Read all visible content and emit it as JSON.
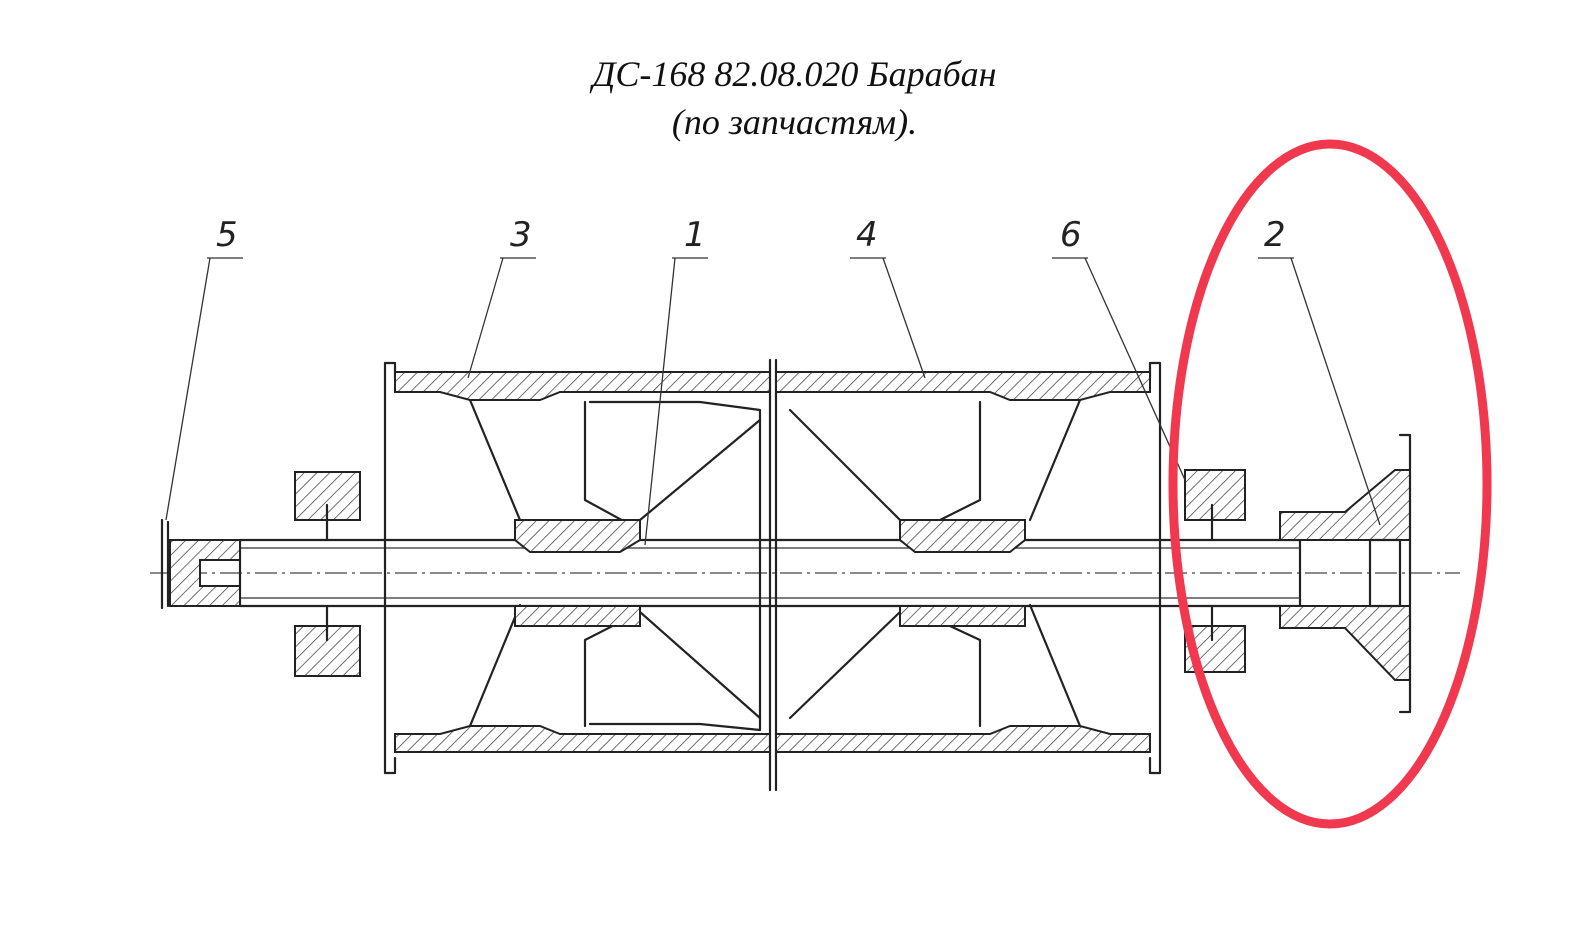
{
  "title": {
    "line1": "ДС-168 82.08.020 Барабан",
    "line2": "(по запчастям)."
  },
  "callouts": [
    "5",
    "3",
    "1",
    "4",
    "6",
    "2"
  ],
  "highlight": {
    "part": "2",
    "color": "#f0394f"
  }
}
